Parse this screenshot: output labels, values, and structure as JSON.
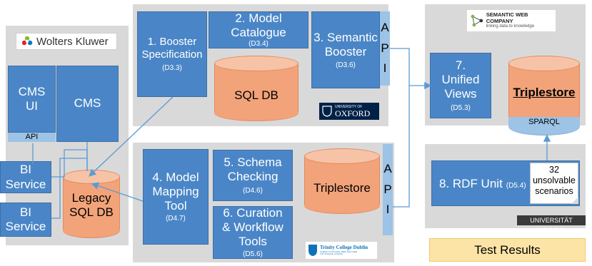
{
  "colors": {
    "panel": "#d9d9d9",
    "box": "#4a86c7",
    "api_strip": "#9dc3e6",
    "db": "#f2a37a",
    "connector": "#5b9bd5",
    "results": "#fce4a6"
  },
  "wk": {
    "logo_text": "Wolters Kluwer",
    "cms_ui": "CMS UI",
    "cms": "CMS",
    "api": "API",
    "bi1": "BI Service",
    "bi2": "BI Service",
    "legacy_db": "Legacy SQL DB"
  },
  "oxford": {
    "booster_spec": "1. Booster Specification",
    "booster_spec_ref": "(D3.3)",
    "model_catalogue": "2. Model Catalogue",
    "model_catalogue_ref": "(D3.4)",
    "semantic_booster": "3. Semantic Booster",
    "semantic_booster_ref": "(D3.6)",
    "api_letters": [
      "A",
      "P",
      "I"
    ],
    "sql_db": "SQL DB",
    "logo_top": "UNIVERSITY OF",
    "logo_name": "OXFORD"
  },
  "tcd": {
    "model_mapping": "4. Model Mapping Tool",
    "model_mapping_ref": "(D4.7)",
    "schema_checking": "5. Schema Checking",
    "schema_checking_ref": "(D4.6)",
    "curation": "6. Curation & Workflow Tools",
    "curation_ref": "(D5.6)",
    "triplestore": "Triplestore",
    "api_letters": [
      "A",
      "P",
      "I"
    ],
    "logo_name": "Trinity College Dublin",
    "logo_sub1": "Coláiste na Tríonóide, Baile Átha Cliath",
    "logo_sub2": "The University of Dublin"
  },
  "swc": {
    "logo_name": "SEMANTIC WEB COMPANY",
    "logo_tagline": "linking data to knowledge",
    "unified_views": "7. Unified Views",
    "unified_views_ref": "(D5.3)",
    "triplestore": "Triplestore",
    "sparql": "SPARQL"
  },
  "leipzig": {
    "rdf_unit": "8. RDF Unit",
    "rdf_unit_ref": "(D5.4)",
    "note": "32 unsolvable scenarios",
    "logo_text": "UNIVERSITÄT LEIPZIG",
    "test_results": "Test Results"
  }
}
